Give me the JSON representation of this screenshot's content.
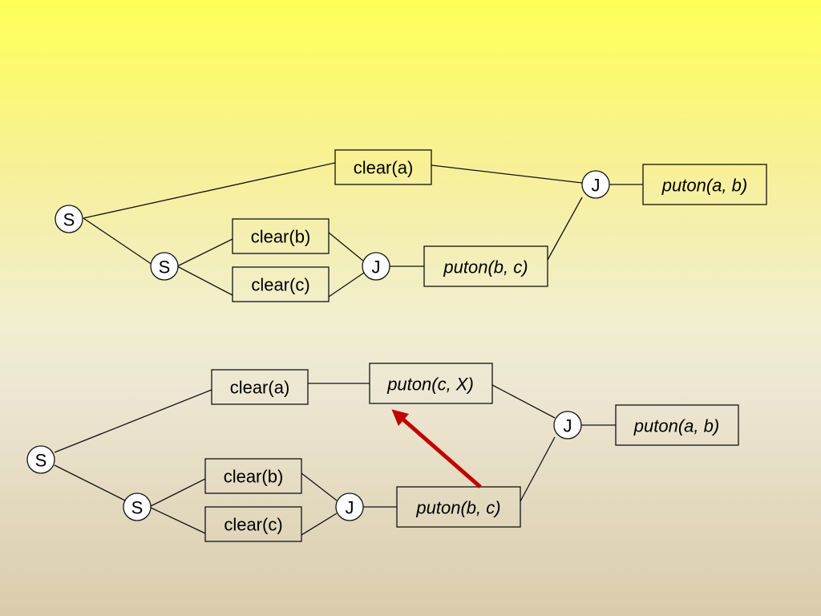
{
  "colors": {
    "arrow": "#c00000",
    "line": "#111111",
    "node_fill": "#ffffff"
  },
  "diagrams": [
    {
      "nodes": [
        {
          "id": "s1",
          "kind": "circle",
          "label": "S"
        },
        {
          "id": "s2",
          "kind": "circle",
          "label": "S"
        },
        {
          "id": "j1",
          "kind": "circle",
          "label": "J"
        },
        {
          "id": "j2",
          "kind": "circle",
          "label": "J"
        },
        {
          "id": "ca",
          "kind": "box",
          "label": "clear(a)",
          "italic": false
        },
        {
          "id": "cb",
          "kind": "box",
          "label": "clear(b)",
          "italic": false
        },
        {
          "id": "cc",
          "kind": "box",
          "label": "clear(c)",
          "italic": false
        },
        {
          "id": "pbc",
          "kind": "box",
          "label": "puton(b, c)",
          "italic": true
        },
        {
          "id": "pab",
          "kind": "box",
          "label": "puton(a, b)",
          "italic": true
        }
      ]
    },
    {
      "nodes": [
        {
          "id": "s1",
          "kind": "circle",
          "label": "S"
        },
        {
          "id": "s2",
          "kind": "circle",
          "label": "S"
        },
        {
          "id": "j1",
          "kind": "circle",
          "label": "J"
        },
        {
          "id": "j2",
          "kind": "circle",
          "label": "J"
        },
        {
          "id": "ca",
          "kind": "box",
          "label": "clear(a)",
          "italic": false
        },
        {
          "id": "pcx",
          "kind": "box",
          "label": "puton(c, X)",
          "italic": true
        },
        {
          "id": "cb",
          "kind": "box",
          "label": "clear(b)",
          "italic": false
        },
        {
          "id": "cc",
          "kind": "box",
          "label": "clear(c)",
          "italic": false
        },
        {
          "id": "pbc",
          "kind": "box",
          "label": "puton(b, c)",
          "italic": true
        },
        {
          "id": "pab",
          "kind": "box",
          "label": "puton(a, b)",
          "italic": true
        }
      ],
      "arrow": {
        "from": "pbc",
        "to": "pcx"
      }
    }
  ]
}
